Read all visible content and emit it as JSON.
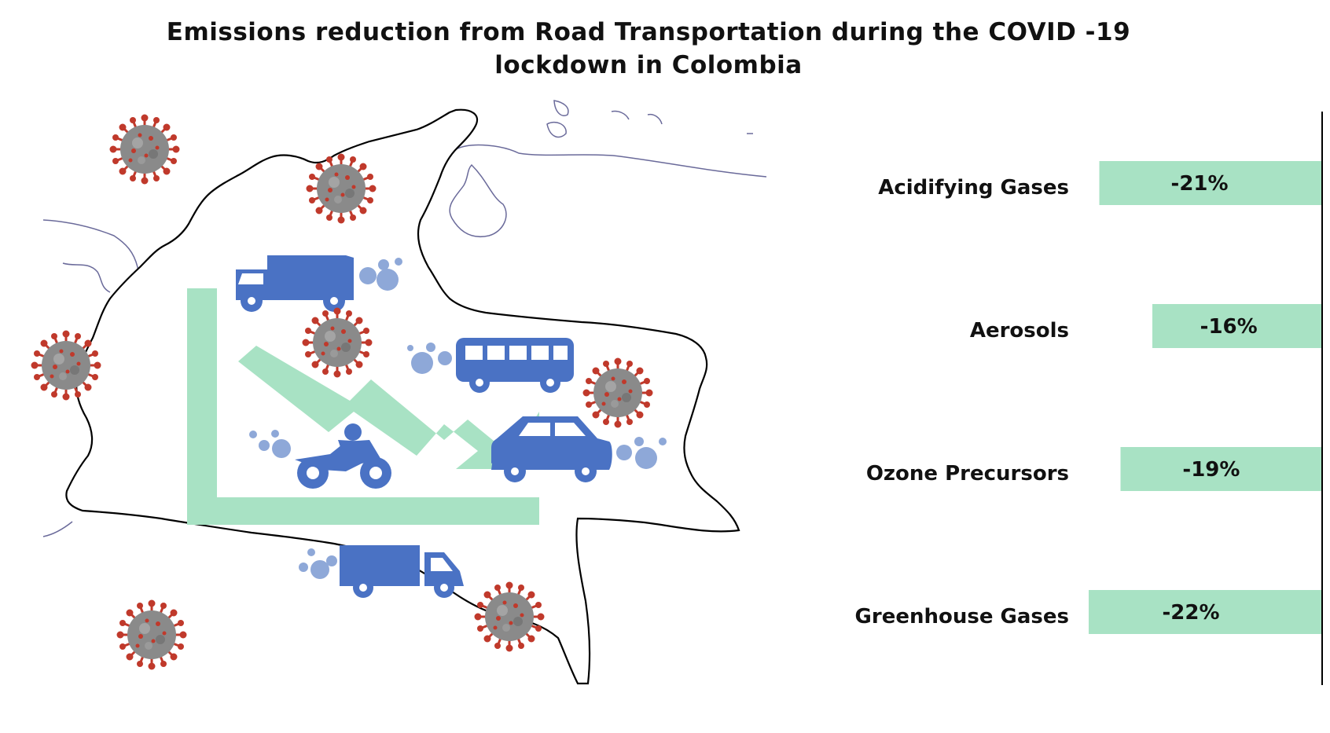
{
  "title_line1": "Emissions reduction from Road Transportation during the COVID -19",
  "title_line2": "lockdown in Colombia",
  "colors": {
    "bar": "#a8e2c4",
    "arrow": "#a8e2c4",
    "vehicle": "#4a72c4",
    "smoke": "#8ea8d8",
    "virus_core": "#8a8a8a",
    "virus_spike": "#c0392b",
    "map_outline": "#000000",
    "neighbor_outline": "#6a6a9a"
  },
  "icons": [
    "dump-truck-icon",
    "bus-icon",
    "motorcycle-icon",
    "car-icon",
    "delivery-truck-icon",
    "virus-icon",
    "down-trend-arrow-icon"
  ],
  "chart_data": {
    "type": "bar",
    "orientation": "horizontal",
    "categories": [
      "Acidifying Gases",
      "Aerosols",
      "Ozone Precursors",
      "Greenhouse Gases"
    ],
    "values": [
      -21,
      -16,
      -19,
      -22
    ],
    "value_labels": [
      "-21%",
      "-16%",
      "-19%",
      "-22%"
    ],
    "axis": "right",
    "grid": false
  }
}
